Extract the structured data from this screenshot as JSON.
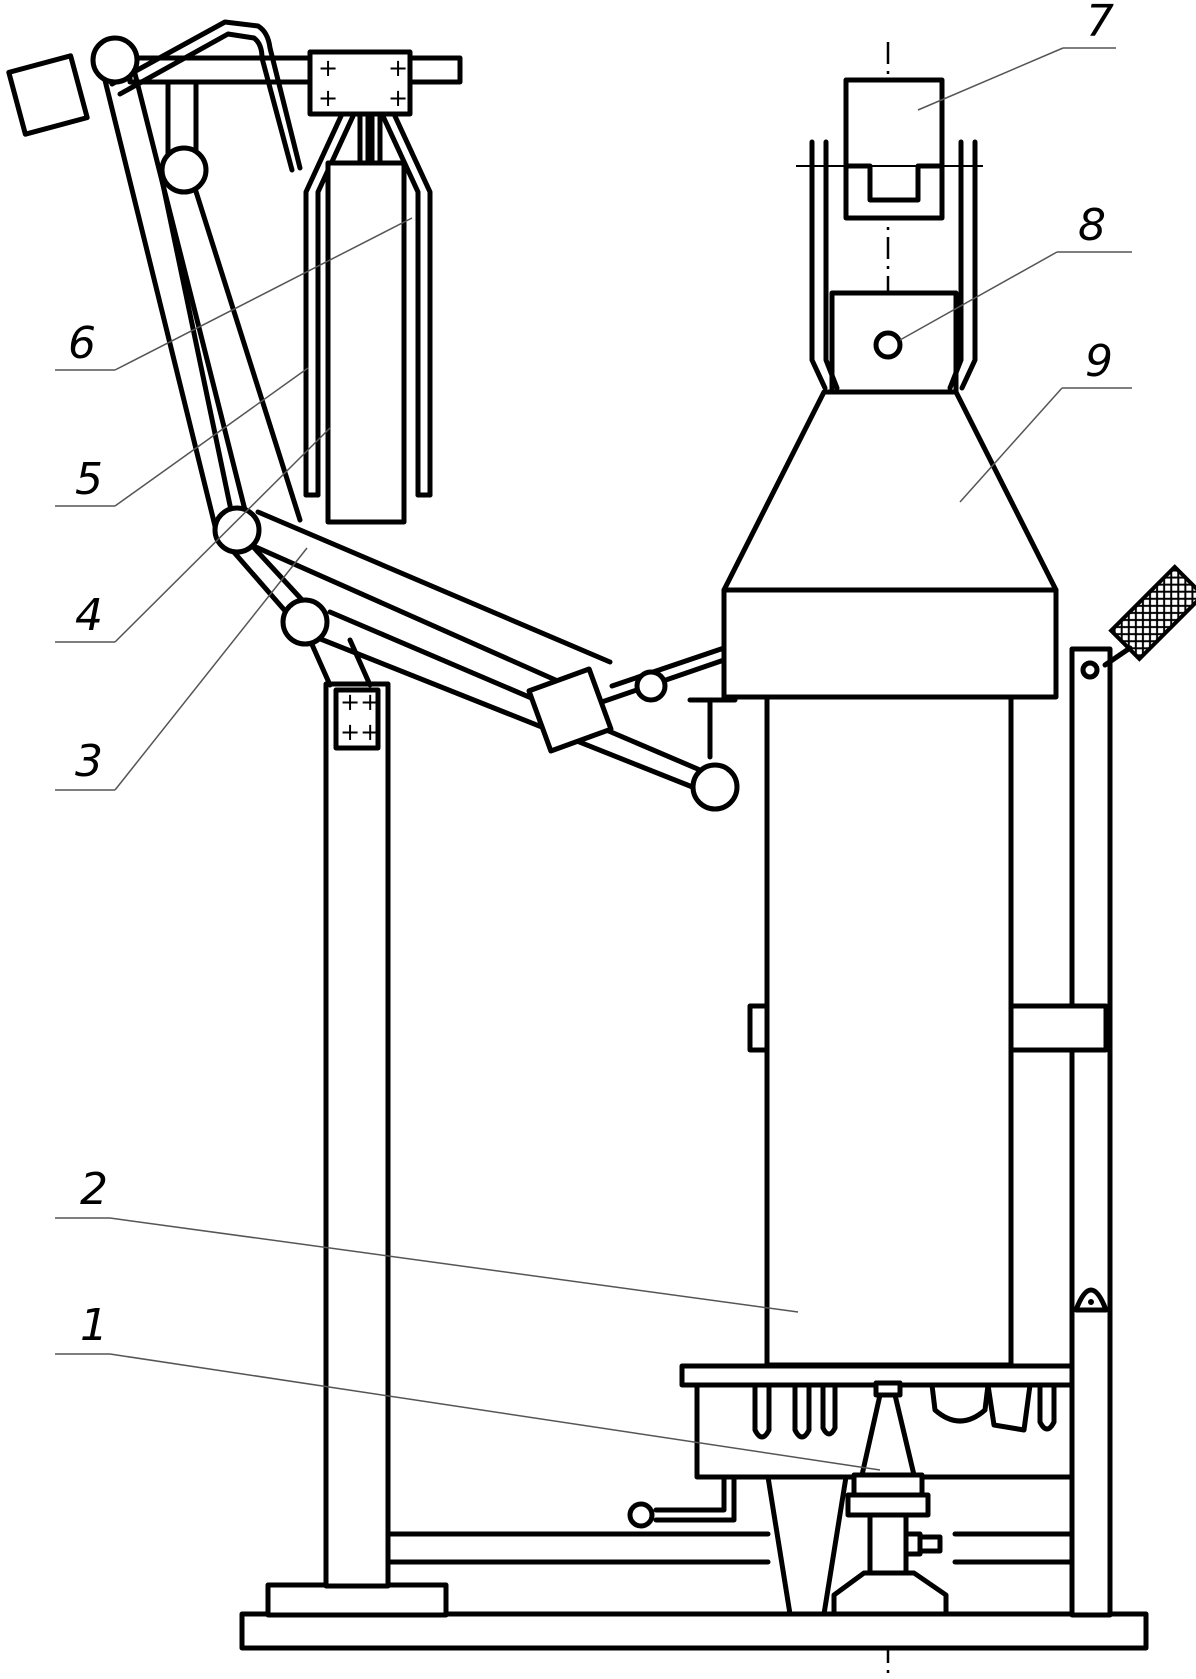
{
  "labels": {
    "l1": "1",
    "l2": "2",
    "l3": "3",
    "l4": "4",
    "l5": "5",
    "l6": "6",
    "l7": "7",
    "l8": "8",
    "l9": "9"
  },
  "colors": {
    "line": "#000000",
    "background": "#ffffff"
  }
}
